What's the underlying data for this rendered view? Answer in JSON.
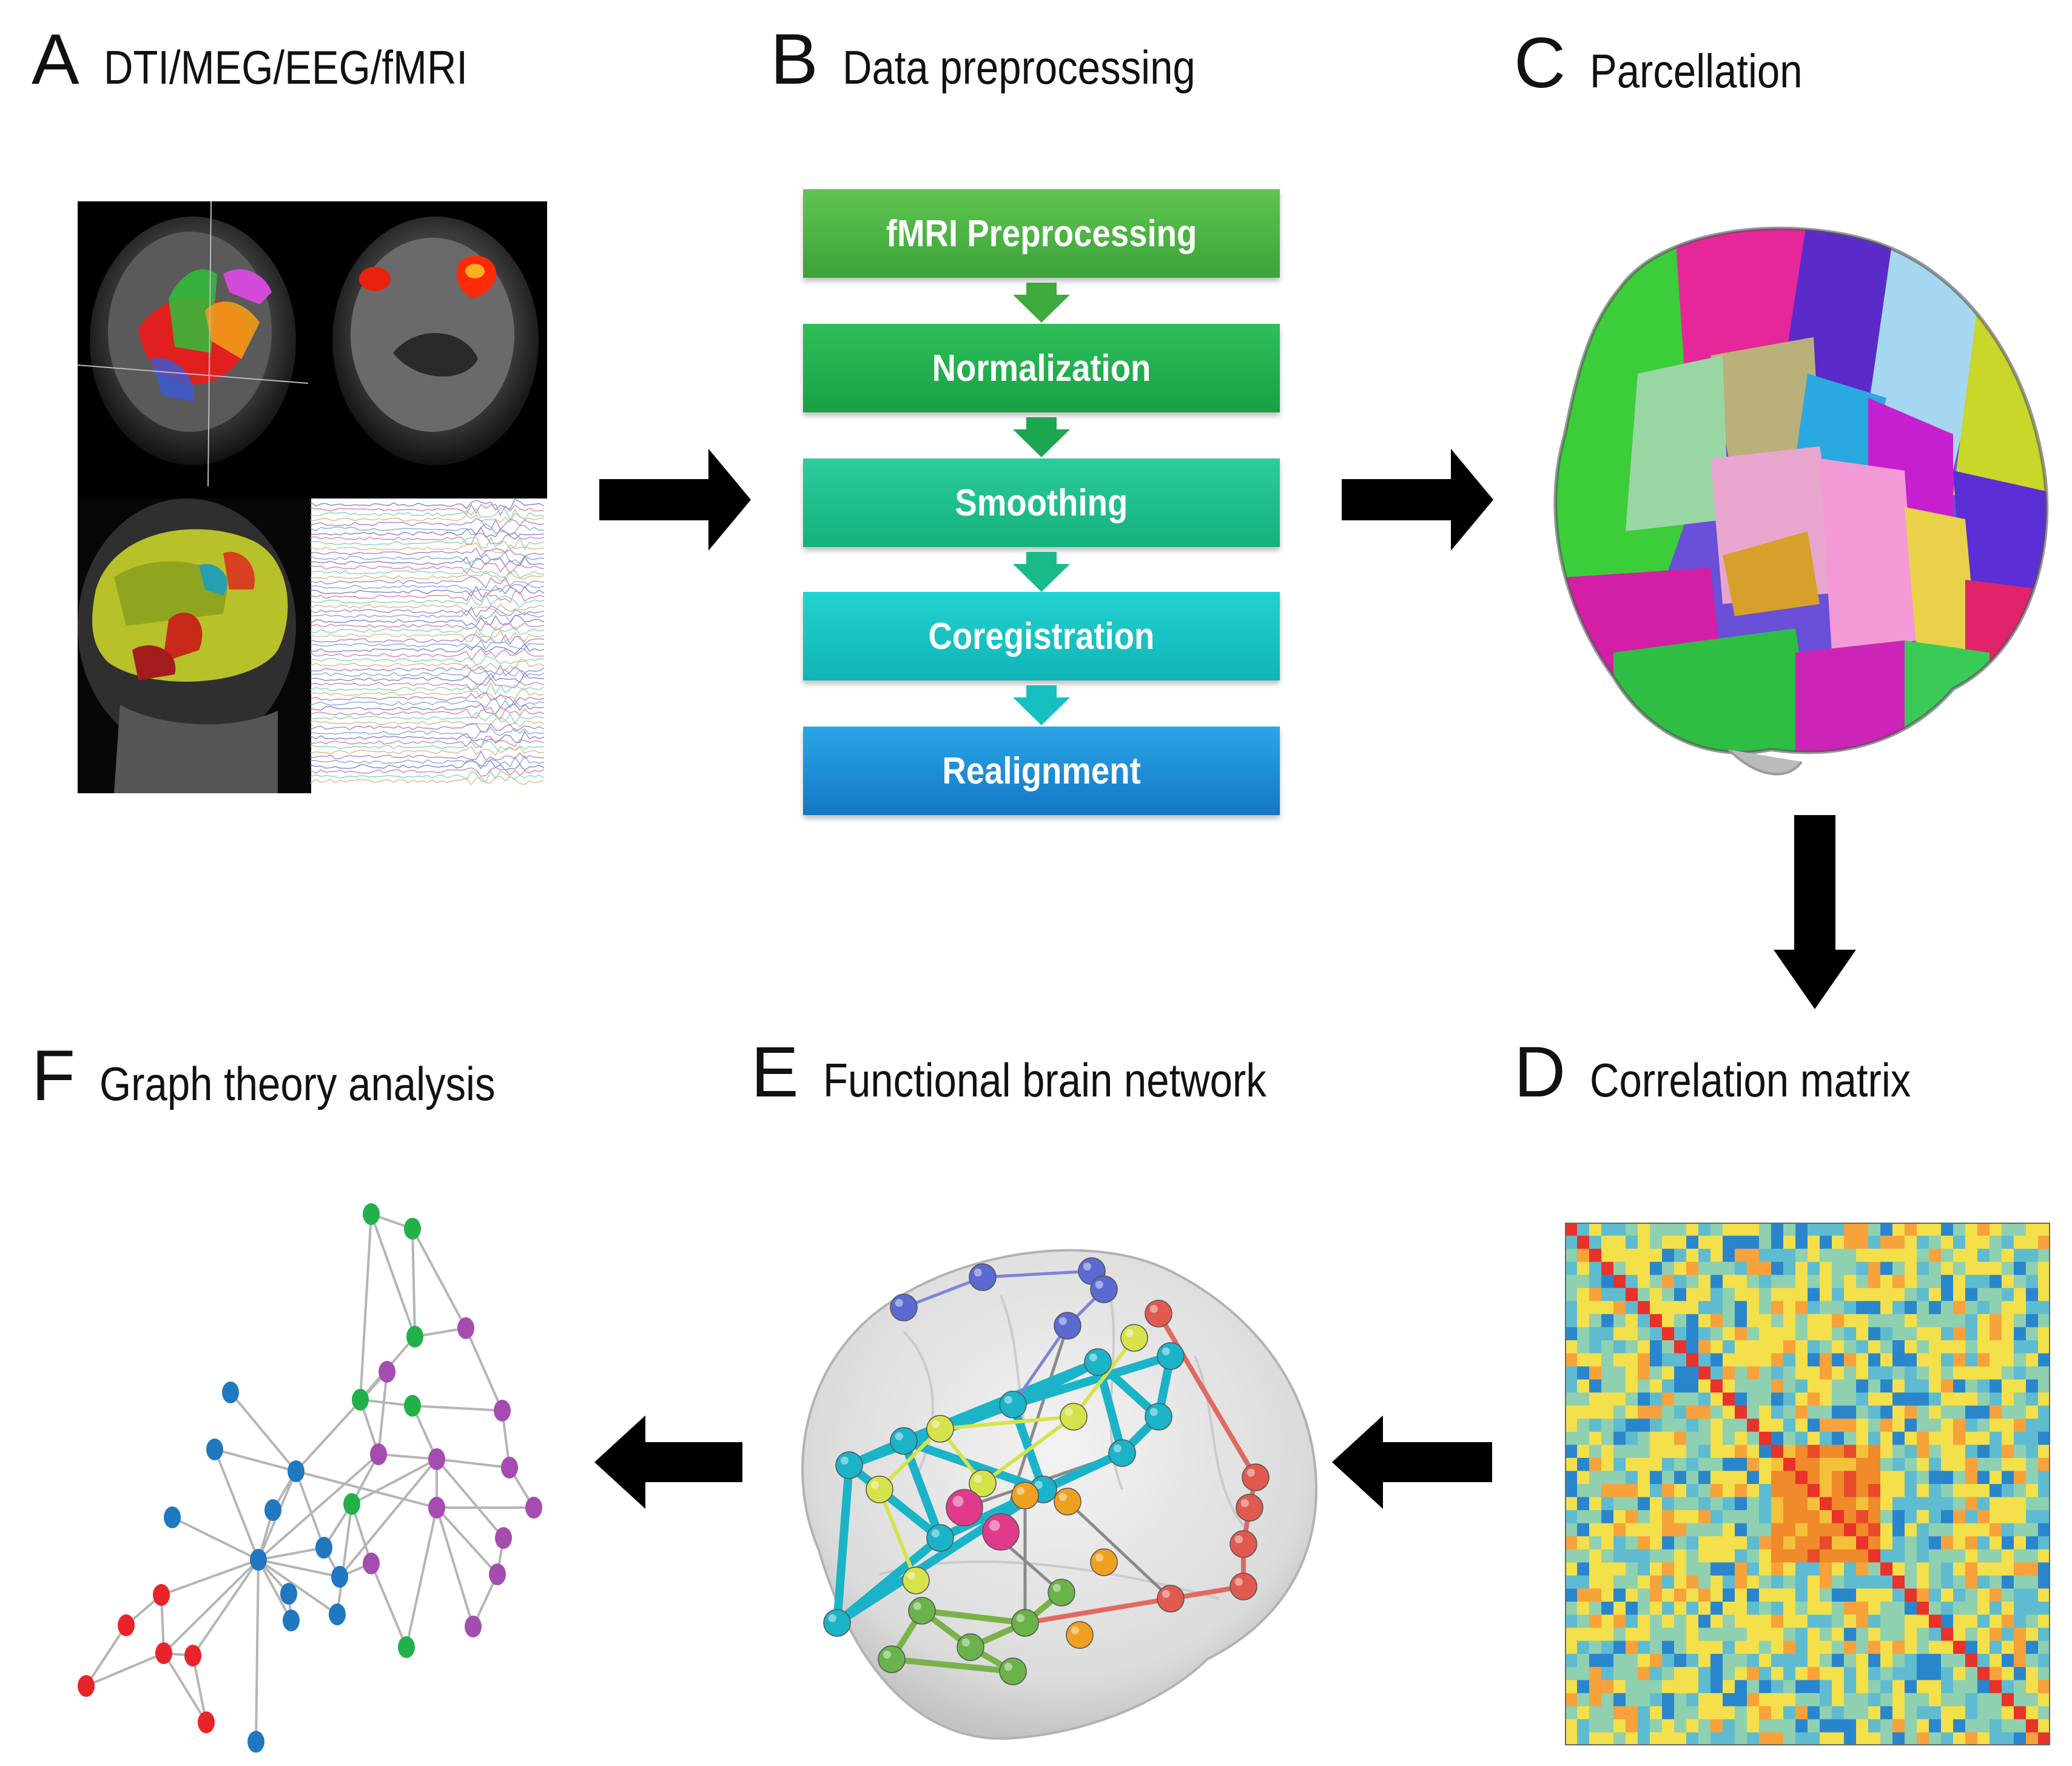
{
  "panels": {
    "a": {
      "letter": "A",
      "label": "DTI/MEG/EEG/fMRI"
    },
    "b": {
      "letter": "B",
      "label": "Data preprocessing"
    },
    "c": {
      "letter": "C",
      "label": "Parcellation"
    },
    "d": {
      "letter": "D",
      "label": "Correlation matrix"
    },
    "e": {
      "letter": "E",
      "label": "Functional brain network"
    },
    "f": {
      "letter": "F",
      "label": "Graph theory analysis"
    }
  },
  "preprocessing_steps": [
    {
      "label": "fMRI Preprocessing",
      "color": "#4cb848"
    },
    {
      "label": "Normalization",
      "color": "#1fae4e"
    },
    {
      "label": "Smoothing",
      "color": "#20bf8f"
    },
    {
      "label": "Coregistration",
      "color": "#17c6c4"
    },
    {
      "label": "Realignment",
      "color": "#1a8fd6"
    }
  ],
  "colors": {
    "arrow": "#000000",
    "graph_red": "#e8242a",
    "graph_blue": "#1f78c0",
    "graph_green": "#22b04b",
    "graph_purple": "#a54cb0",
    "network_cyan": "#1bb3c8"
  }
}
